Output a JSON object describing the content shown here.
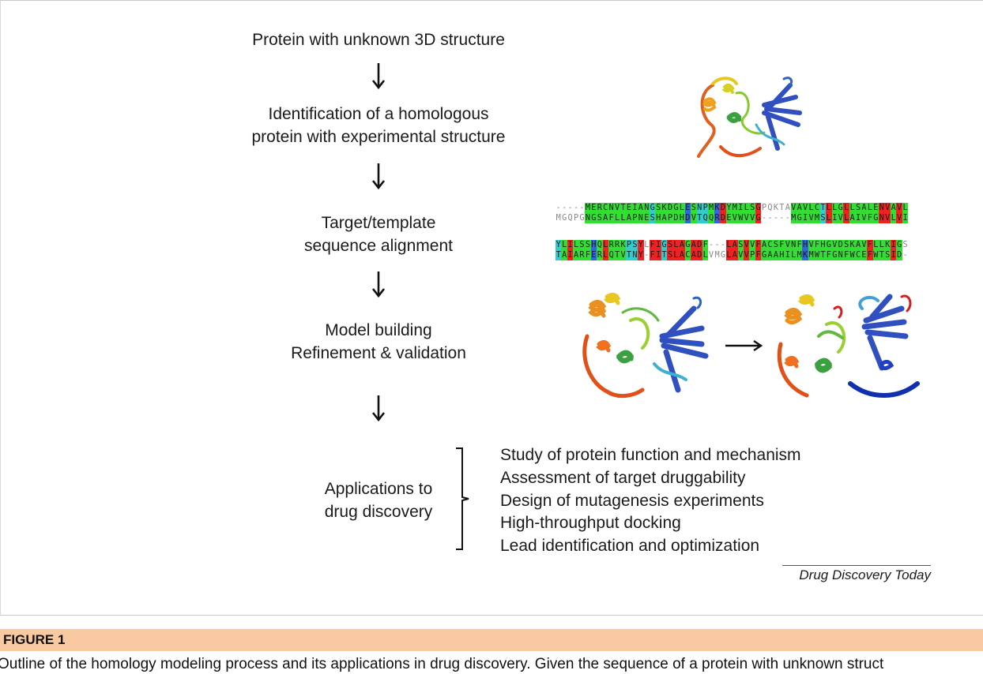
{
  "steps": [
    "Protein with unknown 3D structure",
    "Identification of a homologous",
    "protein with experimental structure",
    "Target/template",
    "sequence alignment",
    "Model building",
    "Refinement & validation",
    "Applications to",
    "drug discovery"
  ],
  "applications": [
    "Study of protein function and mechanism",
    "Assessment of target druggability",
    "Design of mutagenesis experiments",
    "High-throughput docking",
    "Lead identification and optimization"
  ],
  "alignment": [
    "-----MERCNVTEIANGSKDGLESNPMKDYMILSGPQKTAVAVLCTLLGLLSALENVAVL",
    "MGQPGNGSAFLLAPNESHAPDHDVTQQRDEVWVVG-----MGIVMSLIVLAIVFGNVLVI",
    "YLILSSHQLRRKPSYLFIGSLAGADF---LASVVFACSFVNFHVFHGVDSKAVFLLKIGS",
    "TAIARFERLQTVTNY-FITSLACADLVMGLAVVPFGAAHILMKMWTFGNFWCEFWTSID-"
  ],
  "credit": "Drug Discovery Today",
  "caption": {
    "label": "FIGURE 1",
    "text": "Outline of the homology modeling process and its applications in drug discovery. Given the sequence of a protein with unknown struct"
  },
  "colors": {
    "caption_bar": "#f9c9a2",
    "alignment_green": "#33dd33",
    "alignment_cyan": "#33cccc",
    "alignment_red": "#ee2222",
    "alignment_blue": "#3366dd"
  }
}
